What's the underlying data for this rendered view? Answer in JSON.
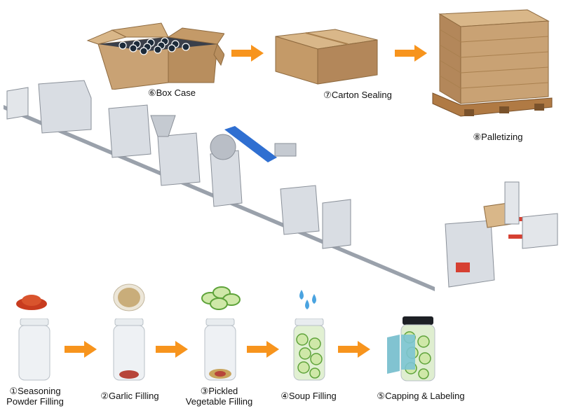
{
  "top_steps": [
    {
      "label": "⑥Box Case"
    },
    {
      "label": "⑦Carton Sealing"
    },
    {
      "label": "⑧Palletizing"
    }
  ],
  "bottom_steps": [
    {
      "label_line1": "①Seasoning",
      "label_line2": "Powder  Filling"
    },
    {
      "label_line1": "②Garlic Filling"
    },
    {
      "label_line1": "③Pickled",
      "label_line2": "Vegetable Filling"
    },
    {
      "label_line1": "④Soup Filling"
    },
    {
      "label_line1": "⑤Capping & Labeling"
    }
  ],
  "colors": {
    "arrow": "#f7941d",
    "cardboard": "#c9a274",
    "cardboard_dark": "#a9804f",
    "pallet": "#b07a44",
    "machine": "#d9dde3",
    "conveyor_blue": "#2f6fd1"
  }
}
